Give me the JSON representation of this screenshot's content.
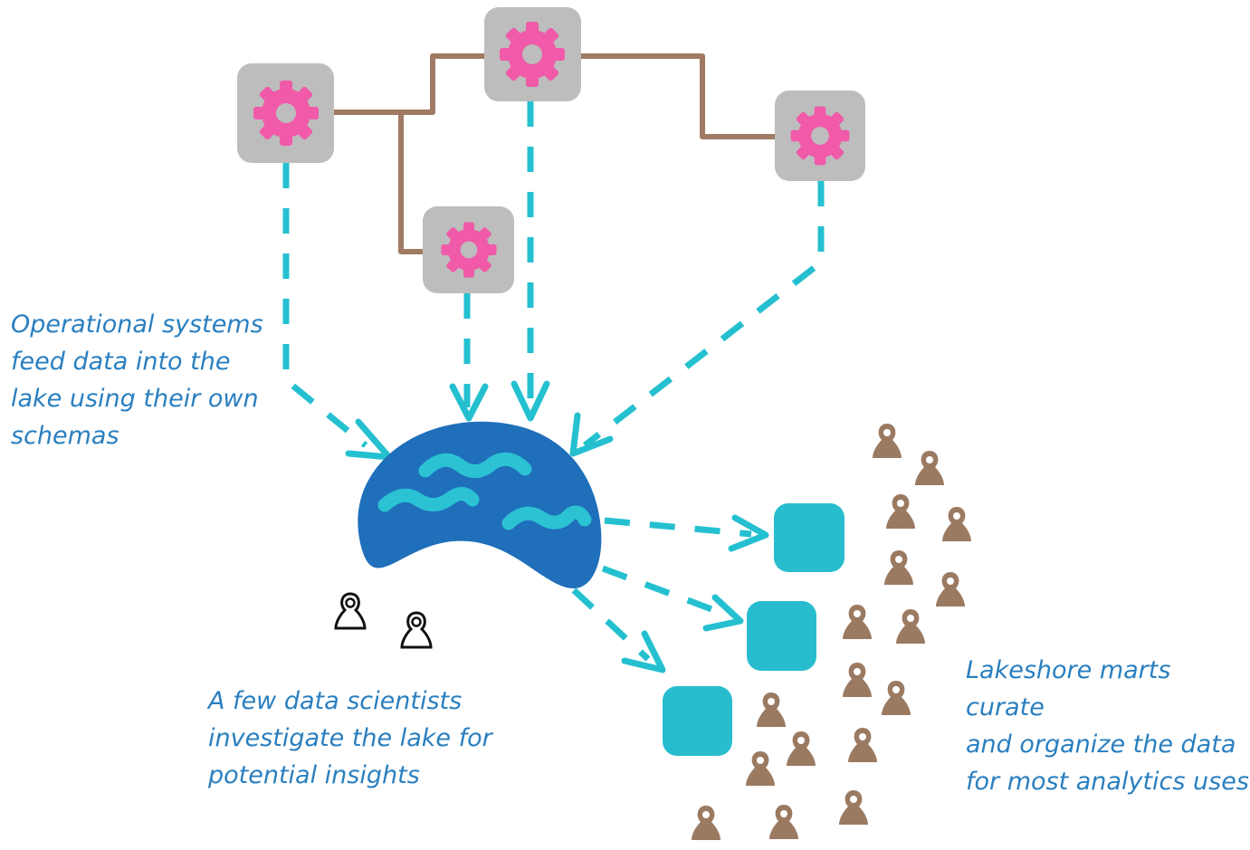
{
  "diagram": {
    "colors": {
      "text": "#2a7fbf",
      "dashed_flow": "#25c0d0",
      "connector": "#a07a62",
      "system_box": "#bdbdbd",
      "gear": "#f05aa8",
      "lake": "#1f6fba",
      "wave": "#2bc3d4",
      "mart": "#27bdcf",
      "analyst": "#9b7a62",
      "scientist": "#ffffff"
    },
    "captions": {
      "operational_systems": "Operational systems\nfeed data into the\nlake using their own\nschemas",
      "data_scientists": "A few data scientists\ninvestigate the lake for\npotential insights",
      "lakeshore_marts": "Lakeshore marts curate\nand organize the data\nfor most analytics uses"
    },
    "icons": {
      "system": "gear-icon",
      "lake": "lake-icon",
      "mart": "mart-icon",
      "person": "person-icon"
    }
  }
}
